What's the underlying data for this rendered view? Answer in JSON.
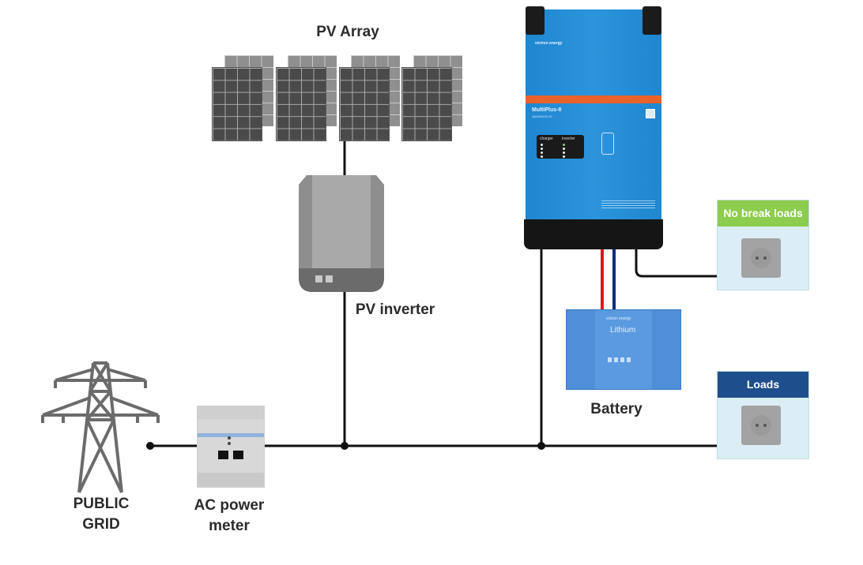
{
  "diagram": {
    "type": "energy-system-topology",
    "labels": {
      "pv_array": "PV Array",
      "pv_inverter": "PV inverter",
      "battery": "Battery",
      "public_grid_line1": "PUBLIC",
      "public_grid_line2": "GRID",
      "ac_meter_line1": "AC power",
      "ac_meter_line2": "meter",
      "no_break_loads": "No break loads",
      "loads": "Loads"
    },
    "device_text": {
      "inverter_brand": "victron energy",
      "inverter_model": "MultiPlus-II",
      "inverter_subtitle": "48|3000|35-32",
      "panel_charger": "charger",
      "panel_inverter": "inverter",
      "battery_brand": "victron energy",
      "battery_type": "Lithium"
    },
    "colors": {
      "wire": "#111111",
      "dc_positive": "#e4151d",
      "dc_negative": "#0d2f7a",
      "no_break_header": "#8ccc4e",
      "loads_header": "#1f4e8c",
      "multiplus_blue": "#2690d6",
      "multiplus_orange": "#e8622a",
      "battery_blue": "#4f8fd8"
    },
    "nodes": [
      "PV Array",
      "PV inverter",
      "MultiPlus-II",
      "Battery",
      "No break loads",
      "Loads",
      "AC power meter",
      "PUBLIC GRID"
    ],
    "connections": [
      {
        "from": "PV Array",
        "to": "PV inverter"
      },
      {
        "from": "PV inverter",
        "to": "AC bus"
      },
      {
        "from": "PUBLIC GRID",
        "to": "AC power meter"
      },
      {
        "from": "AC power meter",
        "to": "AC bus"
      },
      {
        "from": "MultiPlus-II",
        "to": "AC bus"
      },
      {
        "from": "AC bus",
        "to": "Loads"
      },
      {
        "from": "MultiPlus-II",
        "to": "Battery",
        "kind": "DC"
      },
      {
        "from": "MultiPlus-II",
        "to": "No break loads"
      }
    ]
  }
}
